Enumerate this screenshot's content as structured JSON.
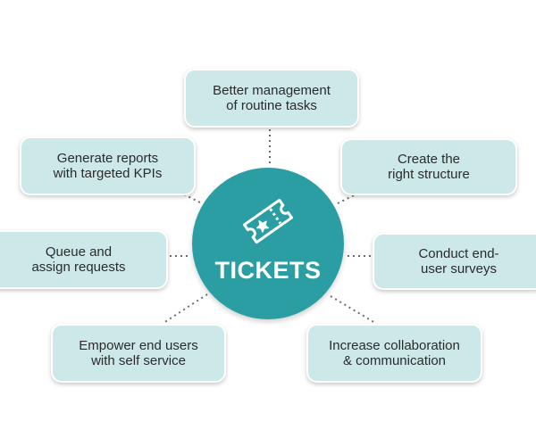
{
  "center": {
    "title": "TICKETS",
    "icon": "ticket-icon"
  },
  "nodes": [
    {
      "id": "better-management",
      "text": "Better management\nof routine tasks"
    },
    {
      "id": "create-structure",
      "text": "Create the\nright structure"
    },
    {
      "id": "conduct-surveys",
      "text": "Conduct end-\nuser surveys"
    },
    {
      "id": "increase-collaboration",
      "text": "Increase collaboration\n& communication"
    },
    {
      "id": "empower-end-users",
      "text": "Empower end users\nwith self service"
    },
    {
      "id": "queue-assign",
      "text": "Queue and\nassign requests"
    },
    {
      "id": "generate-reports",
      "text": "Generate reports\nwith targeted KPIs"
    }
  ],
  "colors": {
    "hub": "#2b9ea3",
    "node_fill": "#cde8e9",
    "connector": "#6b6b6b",
    "hub_text": "#ffffff"
  }
}
